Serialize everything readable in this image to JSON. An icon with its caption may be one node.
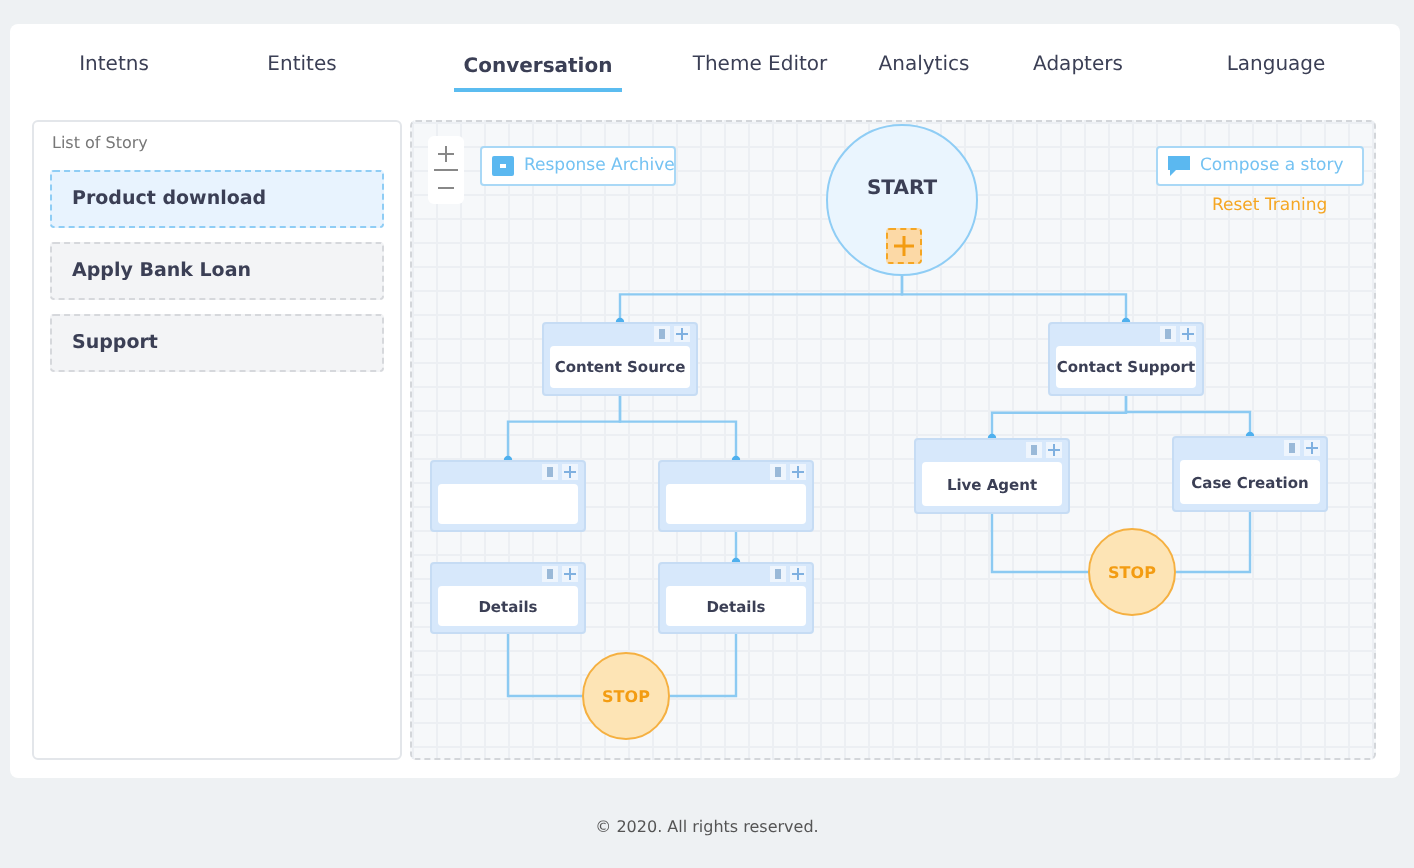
{
  "diagram": {
    "nodes": [
      {
        "text": [
          "START"
        ]
      },
      {
        "text": [
          "Content Source"
        ]
      },
      {
        "text": [
          "Contact Support"
        ]
      },
      {
        "text": [],
        "shape": "box"
      },
      {
        "text": [],
        "shape": "box"
      },
      {
        "text": [
          "Details"
        ]
      },
      {
        "text": [
          "Details"
        ]
      },
      {
        "text": [
          "Live Agent"
        ]
      },
      {
        "text": [
          "Case Creation"
        ]
      },
      {
        "text": [
          "STOP"
        ]
      },
      {
        "text": [
          "STOP"
        ]
      }
    ],
    "edges": [
      {
        "from": 0,
        "to": 1,
        "arrow": "other"
      },
      {
        "from": 0,
        "to": 2,
        "arrow": "other"
      },
      {
        "from": 1,
        "to": 3,
        "arrow": "other"
      },
      {
        "from": 1,
        "to": 4,
        "arrow": "other"
      },
      {
        "from": 4,
        "to": 6,
        "arrow": "other"
      },
      {
        "from": 5,
        "to": 9,
        "arrow": "none"
      },
      {
        "from": 6,
        "to": 9,
        "arrow": "none"
      },
      {
        "from": 2,
        "to": 7,
        "arrow": "other"
      },
      {
        "from": 2,
        "to": 8,
        "arrow": "other"
      },
      {
        "from": 7,
        "to": 10,
        "arrow": "none"
      },
      {
        "from": 8,
        "to": 10,
        "arrow": "none"
      }
    ],
    "labels": [
      "Intetns",
      "Entites",
      "Conversation",
      "Theme Editor",
      "Analytics",
      "Adapters",
      "Language",
      "List of Story",
      "Product download",
      "Apply Bank Loan",
      "Support",
      "Response Archive",
      "Compose a story",
      "Reset Traning",
      "© 2020. All rights reserved."
    ]
  }
}
